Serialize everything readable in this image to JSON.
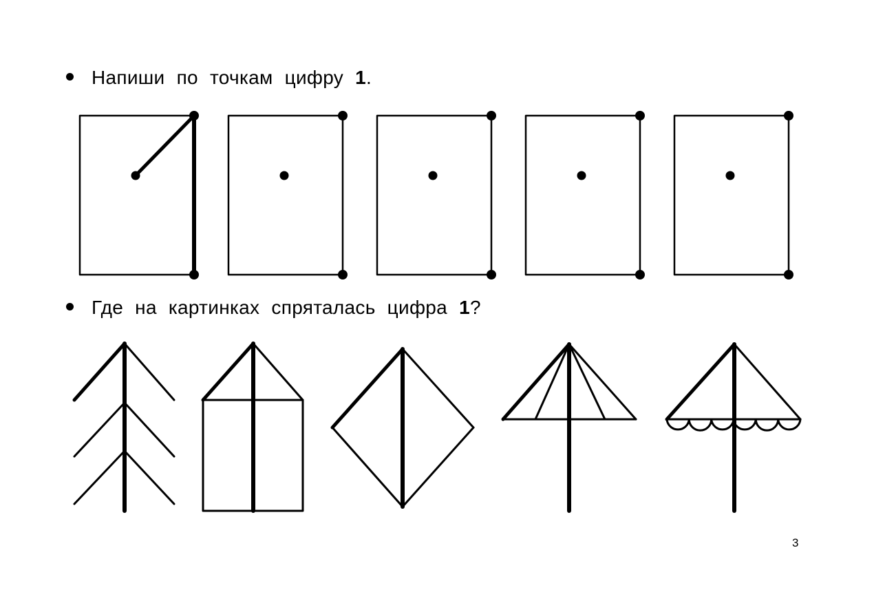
{
  "task1": {
    "text": "Напиши по точкам цифру ",
    "digit": "1",
    "end": "."
  },
  "task2": {
    "text": "Где на картинках спряталась цифра ",
    "digit": "1",
    "end": "?"
  },
  "tracing_boxes": [
    {
      "label": "sample-traced-one",
      "traced": true
    },
    {
      "label": "trace-box-2",
      "traced": false
    },
    {
      "label": "trace-box-3",
      "traced": false
    },
    {
      "label": "trace-box-4",
      "traced": false
    },
    {
      "label": "trace-box-5",
      "traced": false
    }
  ],
  "pictures": [
    "fir-tree",
    "house",
    "kite",
    "umbrella",
    "umbrella-with-scallops"
  ],
  "page_number": "3"
}
